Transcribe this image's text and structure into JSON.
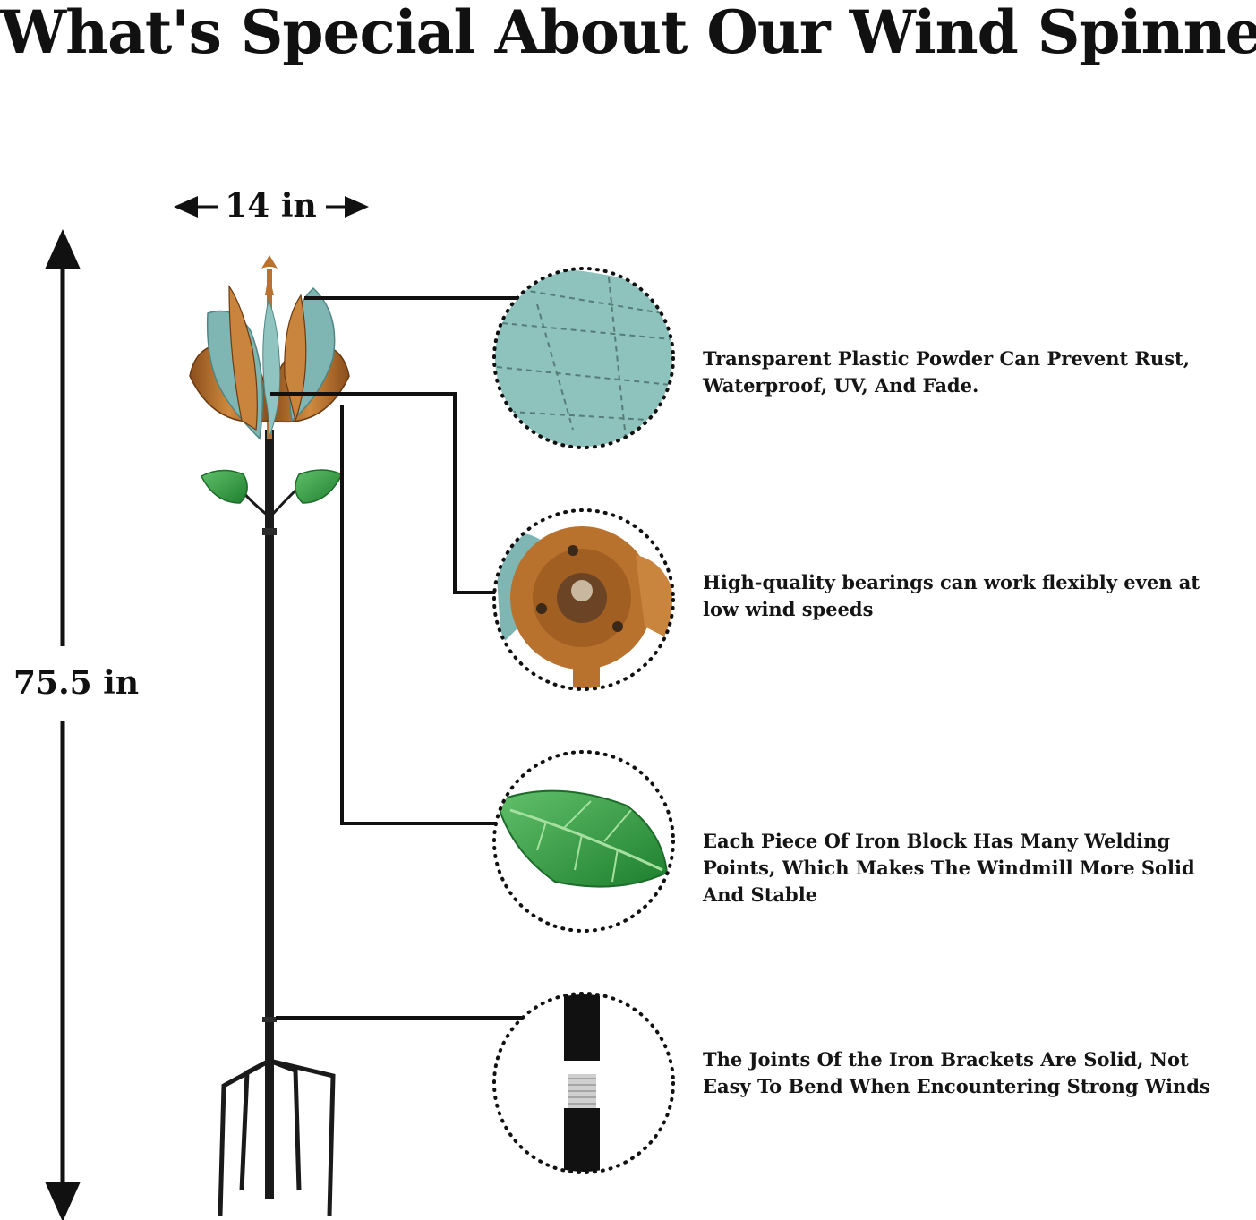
{
  "title": "What's Special About Our Wind Spinner",
  "dimensions": {
    "width": "14 in",
    "height": "75.5 in"
  },
  "features": [
    {
      "text": "Transparent Plastic Powder Can Prevent Rust, Waterproof, UV, And Fade.",
      "detail": "blade-coating"
    },
    {
      "text": "High-quality bearings can work flexibly even at low wind speeds",
      "detail": "bearing"
    },
    {
      "text": "Each Piece Of Iron Block Has Many Welding Points, Which Makes The Windmill More Solid And Stable",
      "detail": "leaf"
    },
    {
      "text": "The Joints Of the Iron Brackets Are Solid, Not Easy To Bend When Encountering Strong Winds",
      "detail": "pole-joint"
    }
  ],
  "colors": {
    "copper": "#b8722e",
    "patina": "#7fb6b4",
    "leaf_green": "#2e9a3c",
    "pole": "#1a1a1a"
  }
}
